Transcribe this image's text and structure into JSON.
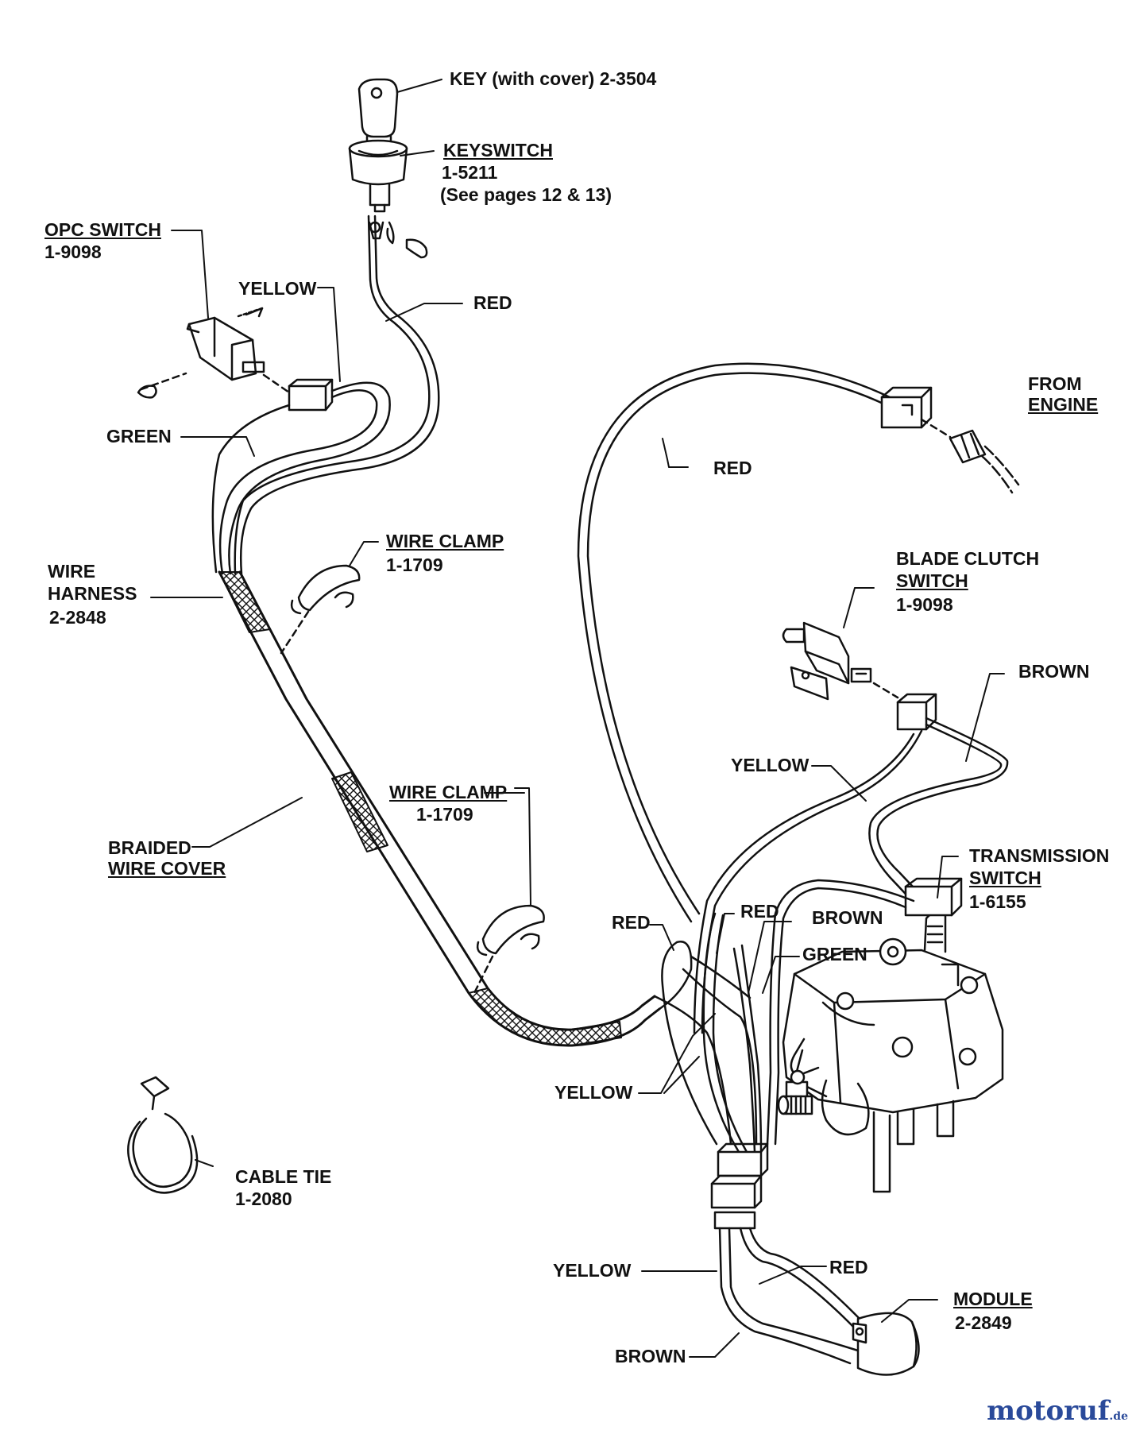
{
  "colors": {
    "ink": "#111111",
    "paper": "#ffffff",
    "watermark_blue": "#2a4a9a",
    "watermark_red": "#d23a2a"
  },
  "parts": {
    "key": {
      "label": "KEY (with cover) 2-3504"
    },
    "keyswitch": {
      "name": "KEYSWITCH",
      "part_no": "1-5211",
      "note": "(See pages 12 & 13)"
    },
    "opc_switch": {
      "name": "OPC SWITCH",
      "part_no": "1-9098"
    },
    "from_engine": {
      "line1": "FROM",
      "line2": "ENGINE"
    },
    "wire_clamp_upper": {
      "name": "WIRE CLAMP",
      "part_no": "1-1709"
    },
    "wire_harness": {
      "line1": "WIRE",
      "line2": "HARNESS",
      "part_no": "2-2848"
    },
    "blade_clutch_switch": {
      "line1": "BLADE CLUTCH",
      "line2": "SWITCH",
      "part_no": "1-9098"
    },
    "wire_clamp_lower": {
      "name": "WIRE CLAMP",
      "part_no": "1-1709"
    },
    "braided_wire_cover": {
      "line1": "BRAIDED",
      "line2": "WIRE COVER"
    },
    "transmission_switch": {
      "line1": "TRANSMISSION",
      "line2": "SWITCH",
      "part_no": "1-6155"
    },
    "cable_tie": {
      "name": "CABLE TIE",
      "part_no": "1-2080"
    },
    "module": {
      "name": "MODULE",
      "part_no": "2-2849"
    }
  },
  "wires": {
    "yellow_opc": "YELLOW",
    "red_key": "RED",
    "green_opc": "GREEN",
    "red_engine": "RED",
    "brown_blade": "BROWN",
    "yellow_blade": "YELLOW",
    "red_junction_left": "RED",
    "red_junction_right": "RED",
    "brown_trans": "BROWN",
    "green_junction": "GREEN",
    "yellow_junction": "YELLOW",
    "yellow_module": "YELLOW",
    "red_module": "RED",
    "brown_module": "BROWN"
  },
  "watermark": {
    "name": "motoruf",
    "suffix": ".de"
  }
}
